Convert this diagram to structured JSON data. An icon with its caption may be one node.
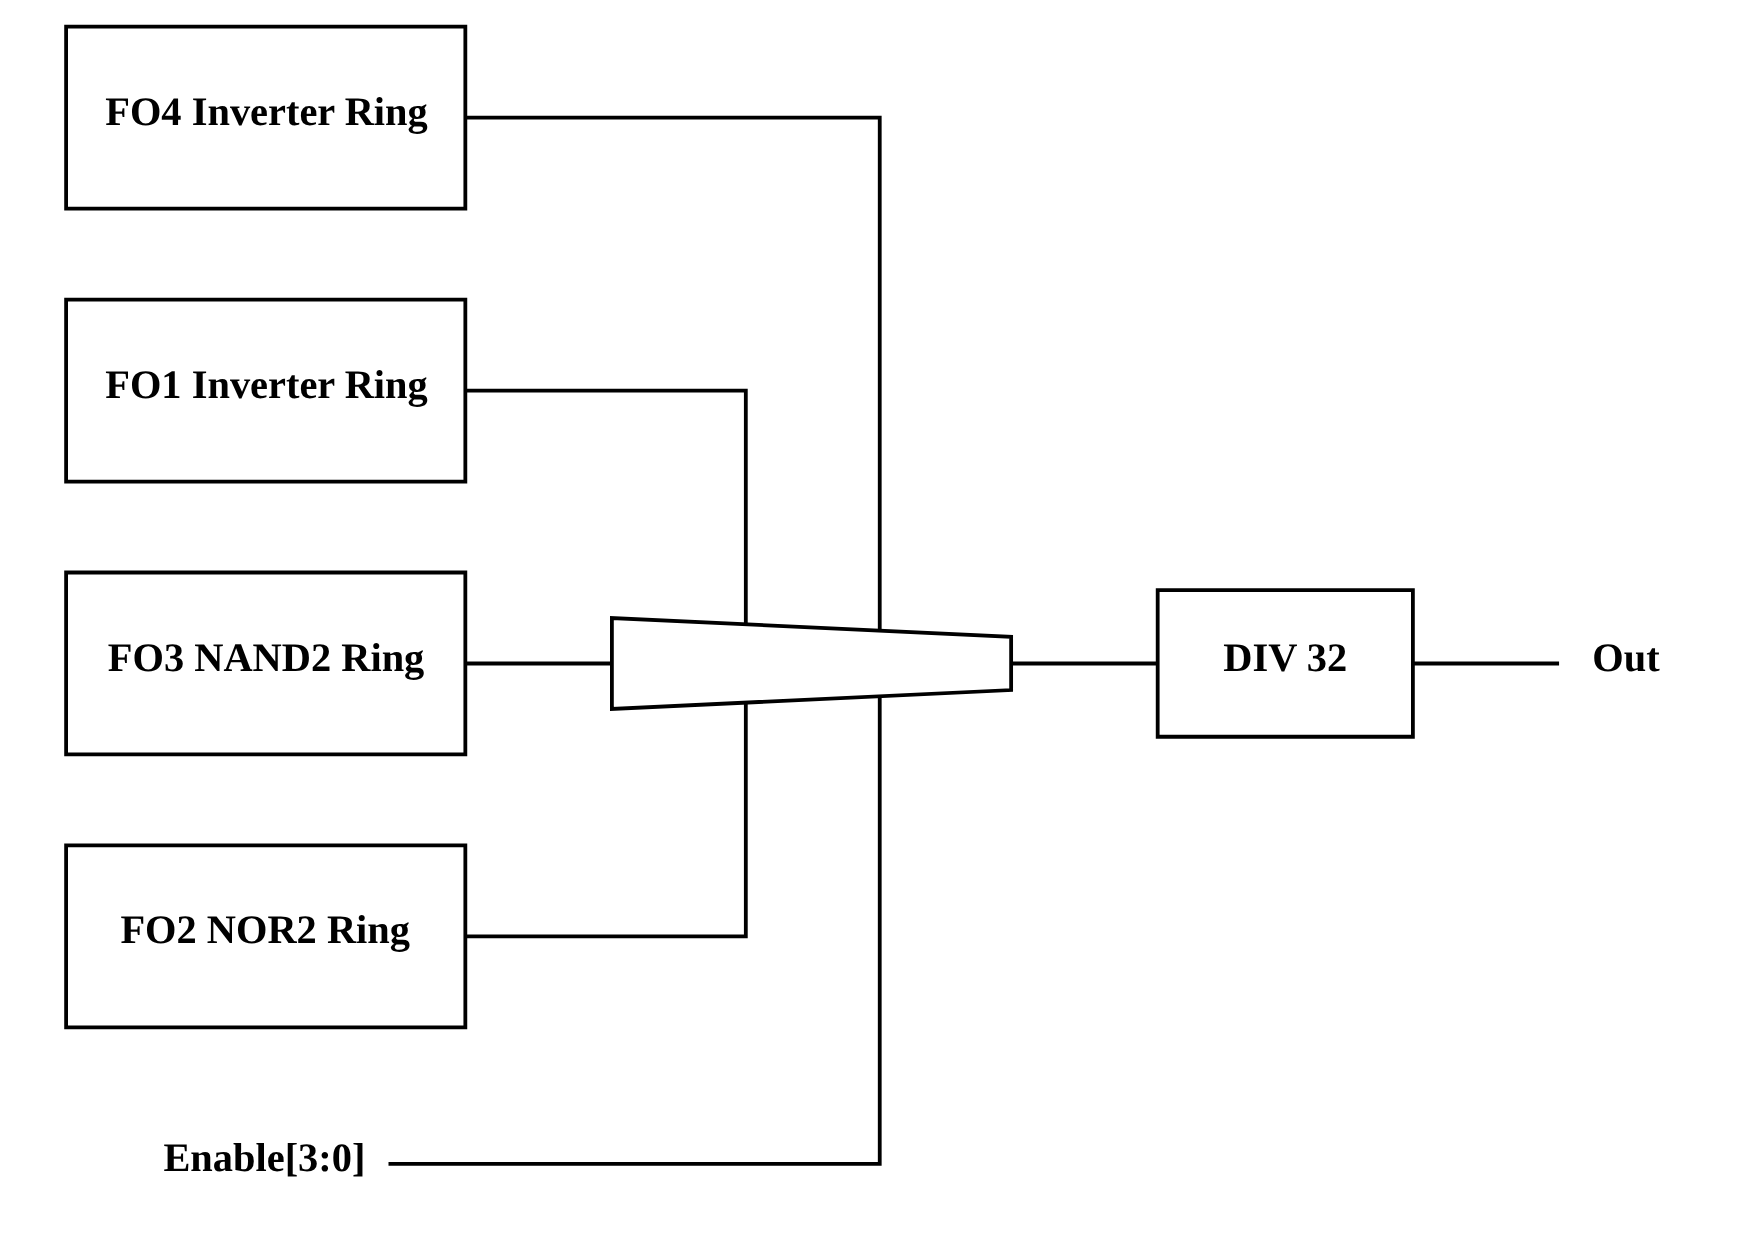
{
  "diagram": {
    "nodes": [
      {
        "text": [
          "FO4 Inverter Ring"
        ]
      },
      {
        "text": [
          "FO1 Inverter Ring"
        ]
      },
      {
        "text": [
          "FO3 NAND2 Ring"
        ]
      },
      {
        "text": [
          "FO2 NOR2 Ring"
        ]
      },
      {
        "text": [],
        "shape": "trapezoid"
      },
      {
        "text": [
          "DIV 32"
        ]
      },
      {
        "text": [
          "Enable[3:0]"
        ]
      },
      {
        "text": [
          "Out"
        ]
      }
    ],
    "edges": [
      {
        "from": 0,
        "to": 4,
        "arrow": "none"
      },
      {
        "from": 1,
        "to": 4,
        "arrow": "none"
      },
      {
        "from": 2,
        "to": 4,
        "arrow": "none"
      },
      {
        "from": 3,
        "to": 4,
        "arrow": "none"
      },
      {
        "from": 6,
        "to": 4,
        "arrow": "none"
      },
      {
        "from": 4,
        "to": 5,
        "arrow": "none"
      },
      {
        "from": 5,
        "to": 7,
        "arrow": "none"
      }
    ]
  }
}
